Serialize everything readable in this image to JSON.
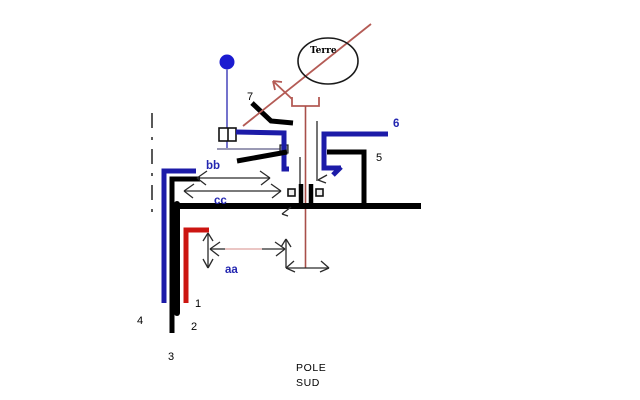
{
  "diagram": {
    "labels": {
      "wire1": "1",
      "wire2": "2",
      "wire3": "3",
      "wire4": "4",
      "wire5": "5",
      "wire6": "6",
      "wire7": "7",
      "dim_aa": "aa",
      "dim_bb": "bb",
      "dim_cc": "cc",
      "earth": "Terre",
      "pole_line1": "POLE",
      "pole_line2": "SUD"
    },
    "colors": {
      "black": "#000000",
      "thick_blue": "#1c1ba8",
      "ball_blue": "#1b1bd0",
      "thin_blue": "#7473cc",
      "bright_red": "#cc1511",
      "dull_red": "#b45b55",
      "center_red": "#a84f49",
      "gray_line": "#9a99b4",
      "label_blue": "#2326b0"
    }
  }
}
